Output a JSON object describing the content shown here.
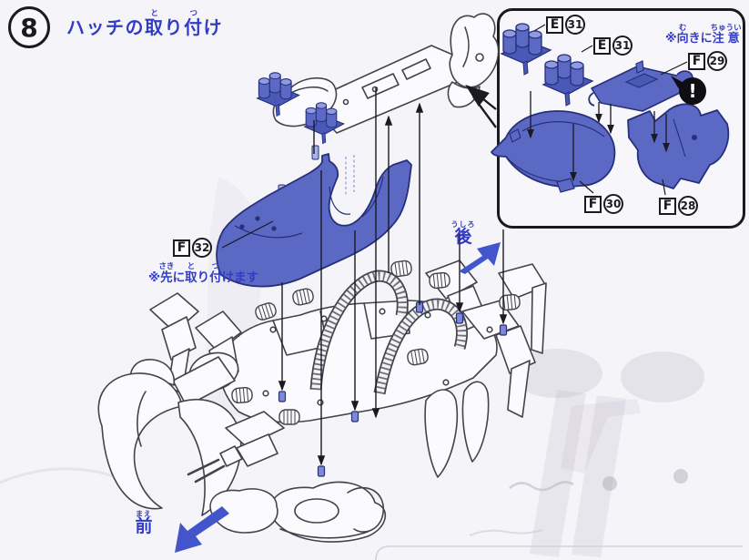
{
  "header": {
    "step_number": "8",
    "title": {
      "prefix": "ハッチの",
      "kanji_1": "取",
      "ruby_1": "と",
      "middle": "り",
      "kanji_2": "付",
      "ruby_2": "つ",
      "suffix": "け"
    }
  },
  "inset": {
    "labels": {
      "e31_first": {
        "letter": "E",
        "number": "31"
      },
      "e31_second": {
        "letter": "E",
        "number": "31"
      },
      "f29": {
        "letter": "F",
        "number": "29"
      },
      "f30": {
        "letter": "F",
        "number": "30"
      },
      "f28": {
        "letter": "F",
        "number": "28"
      }
    },
    "orientation_note": {
      "mark": "※",
      "kanji_1": "向",
      "ruby_1": "む",
      "middle": "きに",
      "kanji_2": "注意",
      "ruby_2": "ちゅうい"
    },
    "warning_exclamation": "!"
  },
  "main": {
    "label_f32": {
      "letter": "F",
      "number": "32"
    },
    "attach_note": {
      "mark": "※",
      "kanji_1": "先",
      "ruby_1": "さき",
      "mid_1": "に",
      "kanji_2": "取",
      "ruby_2": "と",
      "mid_2": "り",
      "kanji_3": "付",
      "ruby_3": "つ",
      "suffix": "けます"
    }
  },
  "directions": {
    "rear": {
      "kanji": "後",
      "furigana": "うしろ"
    },
    "front": {
      "kanji": "前",
      "furigana": "まえ"
    }
  },
  "colors": {
    "accent_text_blue": "#333cc4",
    "part_fill_blue": "#5b69c4",
    "part_outline_blue": "#27307a",
    "arrow_blue": "#4355cb",
    "line_art": "#43434d",
    "page_background": "#f5f4f8"
  }
}
